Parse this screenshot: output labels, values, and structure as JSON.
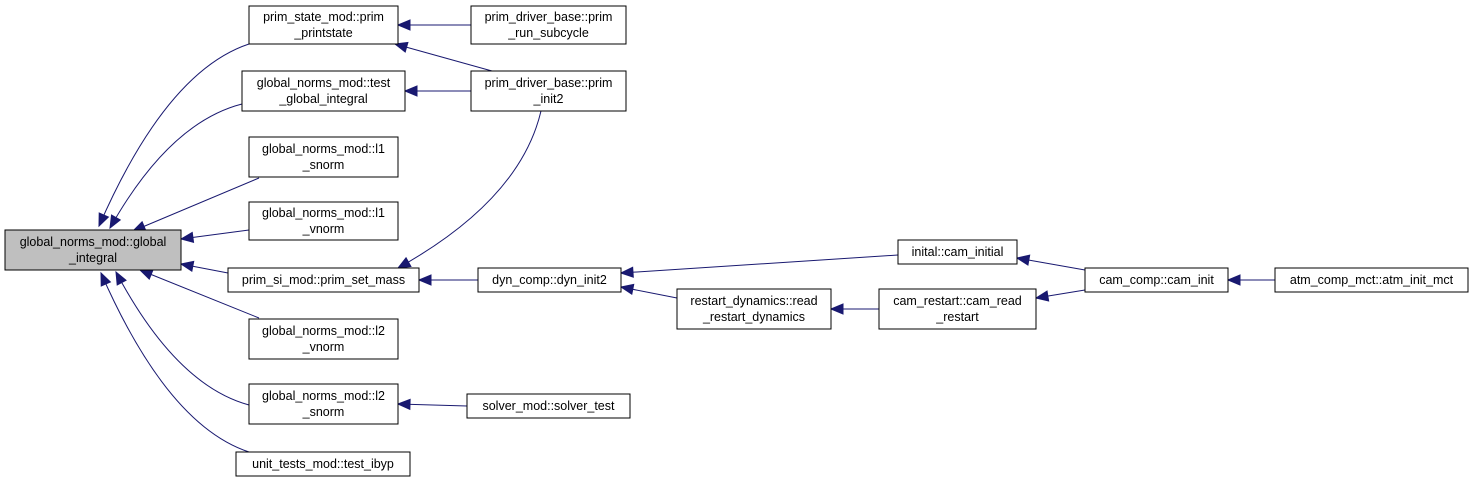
{
  "colors": {
    "edge": "#191970",
    "node_border": "#000000",
    "node_fill": "#ffffff",
    "root_fill": "#bfbfbf"
  },
  "nodes": [
    {
      "id": "global_integral",
      "lines": [
        "global_norms_mod::global",
        "_integral"
      ],
      "root": true
    },
    {
      "id": "prim_printstate",
      "lines": [
        "prim_state_mod::prim",
        "_printstate"
      ]
    },
    {
      "id": "test_global_integral",
      "lines": [
        "global_norms_mod::test",
        "_global_integral"
      ]
    },
    {
      "id": "l1_snorm",
      "lines": [
        "global_norms_mod::l1",
        "_snorm"
      ]
    },
    {
      "id": "l1_vnorm",
      "lines": [
        "global_norms_mod::l1",
        "_vnorm"
      ]
    },
    {
      "id": "prim_set_mass",
      "lines": [
        "prim_si_mod::prim_set_mass"
      ]
    },
    {
      "id": "l2_vnorm",
      "lines": [
        "global_norms_mod::l2",
        "_vnorm"
      ]
    },
    {
      "id": "l2_snorm",
      "lines": [
        "global_norms_mod::l2",
        "_snorm"
      ]
    },
    {
      "id": "test_ibyp",
      "lines": [
        "unit_tests_mod::test_ibyp"
      ]
    },
    {
      "id": "prim_run_subcycle",
      "lines": [
        "prim_driver_base::prim",
        "_run_subcycle"
      ]
    },
    {
      "id": "prim_init2",
      "lines": [
        "prim_driver_base::prim",
        "_init2"
      ]
    },
    {
      "id": "dyn_init2",
      "lines": [
        "dyn_comp::dyn_init2"
      ]
    },
    {
      "id": "solver_test",
      "lines": [
        "solver_mod::solver_test"
      ]
    },
    {
      "id": "read_restart_dynamics",
      "lines": [
        "restart_dynamics::read",
        "_restart_dynamics"
      ]
    },
    {
      "id": "cam_initial",
      "lines": [
        "inital::cam_initial"
      ]
    },
    {
      "id": "cam_read_restart",
      "lines": [
        "cam_restart::cam_read",
        "_restart"
      ]
    },
    {
      "id": "cam_init",
      "lines": [
        "cam_comp::cam_init"
      ]
    },
    {
      "id": "atm_init_mct",
      "lines": [
        "atm_comp_mct::atm_init_mct"
      ]
    }
  ],
  "edges": [
    {
      "from": "prim_printstate",
      "to": "global_integral"
    },
    {
      "from": "test_global_integral",
      "to": "global_integral"
    },
    {
      "from": "l1_snorm",
      "to": "global_integral"
    },
    {
      "from": "l1_vnorm",
      "to": "global_integral"
    },
    {
      "from": "prim_set_mass",
      "to": "global_integral"
    },
    {
      "from": "l2_vnorm",
      "to": "global_integral"
    },
    {
      "from": "l2_snorm",
      "to": "global_integral"
    },
    {
      "from": "test_ibyp",
      "to": "global_integral"
    },
    {
      "from": "prim_run_subcycle",
      "to": "prim_printstate"
    },
    {
      "from": "prim_init2",
      "to": "prim_printstate"
    },
    {
      "from": "prim_init2",
      "to": "test_global_integral"
    },
    {
      "from": "prim_init2",
      "to": "prim_set_mass"
    },
    {
      "from": "dyn_init2",
      "to": "prim_set_mass"
    },
    {
      "from": "solver_test",
      "to": "l2_snorm"
    },
    {
      "from": "cam_initial",
      "to": "dyn_init2"
    },
    {
      "from": "read_restart_dynamics",
      "to": "dyn_init2"
    },
    {
      "from": "cam_read_restart",
      "to": "read_restart_dynamics"
    },
    {
      "from": "cam_init",
      "to": "cam_initial"
    },
    {
      "from": "cam_init",
      "to": "cam_read_restart"
    },
    {
      "from": "atm_init_mct",
      "to": "cam_init"
    }
  ]
}
